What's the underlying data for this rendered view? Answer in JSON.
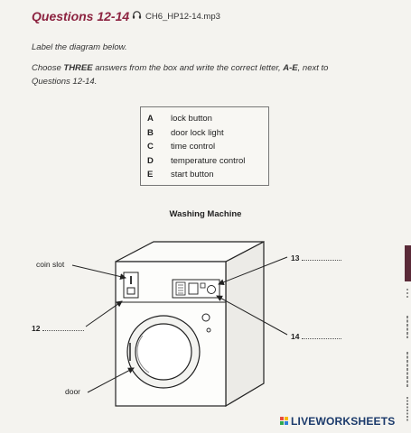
{
  "header": {
    "title": "Questions 12-14",
    "audio_icon": "headphones-icon",
    "audio_file": "CH6_HP12-14.mp3"
  },
  "instructions": {
    "line1": "Label the diagram below.",
    "line2_pre": "Choose ",
    "line2_bold1": "THREE",
    "line2_mid": " answers from the box and write the correct letter, ",
    "line2_bold2": "A-E",
    "line2_post": ", next to",
    "line3": "Questions 12-14."
  },
  "options": [
    {
      "letter": "A",
      "text": "lock button"
    },
    {
      "letter": "B",
      "text": "door lock light"
    },
    {
      "letter": "C",
      "text": "time control"
    },
    {
      "letter": "D",
      "text": "temperature control"
    },
    {
      "letter": "E",
      "text": "start button"
    }
  ],
  "diagram": {
    "title": "Washing Machine",
    "labels": {
      "coin_slot": "coin slot",
      "door": "door",
      "q12": "12",
      "q13": "13",
      "q14": "14"
    }
  },
  "footer": {
    "logo_text": "LIVEWORKSHEETS",
    "logo_colors": [
      "#e84b3c",
      "#f5b700",
      "#2fa84f",
      "#2f7fd8"
    ]
  }
}
